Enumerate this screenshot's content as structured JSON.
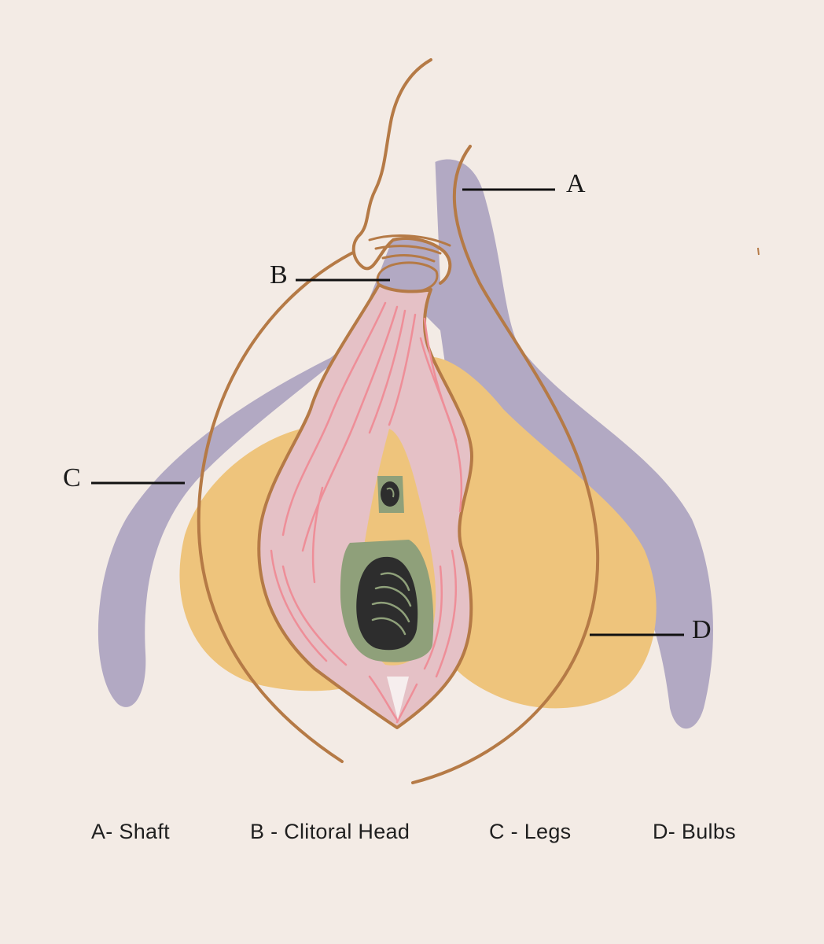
{
  "callouts": {
    "a": "A",
    "b": "B",
    "c": "C",
    "d": "D"
  },
  "legend": [
    {
      "label": "A- Shaft"
    },
    {
      "label": "B - Clitoral Head"
    },
    {
      "label": "C - Legs"
    },
    {
      "label": "D- Bulbs"
    }
  ],
  "colors": {
    "background": "#f3ebe5",
    "legs": "#b2a9c3",
    "bulbs": "#eec47c",
    "labia": "#e5c1c6",
    "labia_veins": "#ee8e98",
    "outline": "#b57a46",
    "openings_tissue": "#8fa07a",
    "openings_dark": "#2d2d2d"
  }
}
